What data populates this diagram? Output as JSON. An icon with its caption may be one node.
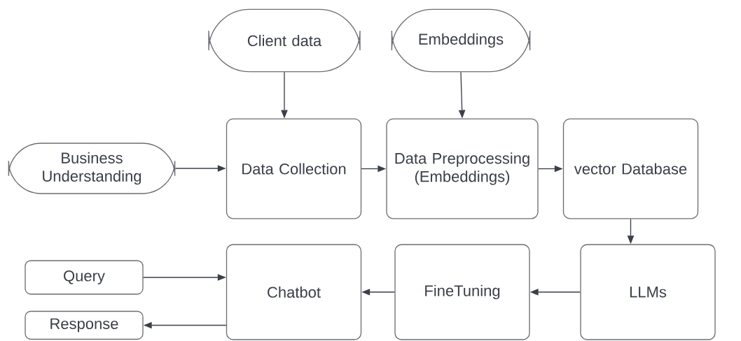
{
  "diagram": {
    "nodes": [
      {
        "text": [
          "Client data"
        ]
      },
      {
        "text": [
          "Embeddings"
        ]
      },
      {
        "text": [
          "Business Understanding"
        ]
      },
      {
        "text": [
          "Data Collection"
        ]
      },
      {
        "text": [
          "Data Preprocessing (Embeddings)"
        ]
      },
      {
        "text": [
          "vector Database"
        ]
      },
      {
        "text": [
          "Query"
        ]
      },
      {
        "text": [
          "Response"
        ]
      },
      {
        "text": [
          "Chatbot"
        ]
      },
      {
        "text": [
          "FineTuning"
        ]
      },
      {
        "text": [
          "LLMs"
        ]
      }
    ],
    "edges": [
      {
        "from": 0,
        "to": 3,
        "arrow": "to"
      },
      {
        "from": 1,
        "to": 4,
        "arrow": "to"
      },
      {
        "from": 2,
        "to": 3,
        "arrow": "to"
      },
      {
        "from": 3,
        "to": 4,
        "arrow": "to"
      },
      {
        "from": 4,
        "to": 5,
        "arrow": "to"
      },
      {
        "from": 5,
        "to": 10,
        "arrow": "to"
      },
      {
        "from": 6,
        "to": 8,
        "arrow": "to"
      },
      {
        "from": 8,
        "to": 7,
        "arrow": "to"
      },
      {
        "from": 10,
        "to": 9,
        "arrow": "to"
      },
      {
        "from": 9,
        "to": 8,
        "arrow": "to"
      }
    ]
  }
}
